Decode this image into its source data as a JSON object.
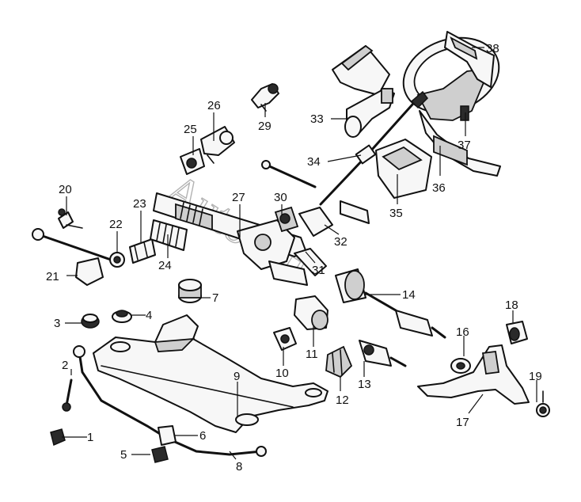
{
  "watermark": "Autosoft",
  "callouts": [
    {
      "id": "1",
      "text": "1"
    },
    {
      "id": "2",
      "text": "2"
    },
    {
      "id": "3",
      "text": "3"
    },
    {
      "id": "4",
      "text": "4"
    },
    {
      "id": "5",
      "text": "5"
    },
    {
      "id": "6",
      "text": "6"
    },
    {
      "id": "7",
      "text": "7"
    },
    {
      "id": "8",
      "text": "8"
    },
    {
      "id": "9",
      "text": "9"
    },
    {
      "id": "10",
      "text": "10"
    },
    {
      "id": "11",
      "text": "11"
    },
    {
      "id": "12",
      "text": "12"
    },
    {
      "id": "13",
      "text": "13"
    },
    {
      "id": "14",
      "text": "14"
    },
    {
      "id": "16",
      "text": "16"
    },
    {
      "id": "17",
      "text": "17"
    },
    {
      "id": "18",
      "text": "18"
    },
    {
      "id": "19",
      "text": "19"
    },
    {
      "id": "20",
      "text": "20"
    },
    {
      "id": "21",
      "text": "21"
    },
    {
      "id": "22",
      "text": "22"
    },
    {
      "id": "23",
      "text": "23"
    },
    {
      "id": "24",
      "text": "24"
    },
    {
      "id": "25",
      "text": "25"
    },
    {
      "id": "26",
      "text": "26"
    },
    {
      "id": "27",
      "text": "27"
    },
    {
      "id": "29",
      "text": "29"
    },
    {
      "id": "30",
      "text": "30"
    },
    {
      "id": "31",
      "text": "31"
    },
    {
      "id": "32",
      "text": "32"
    },
    {
      "id": "33",
      "text": "33"
    },
    {
      "id": "34",
      "text": "34"
    },
    {
      "id": "35",
      "text": "35"
    },
    {
      "id": "36",
      "text": "36"
    },
    {
      "id": "37",
      "text": "37"
    },
    {
      "id": "38",
      "text": "38"
    }
  ]
}
